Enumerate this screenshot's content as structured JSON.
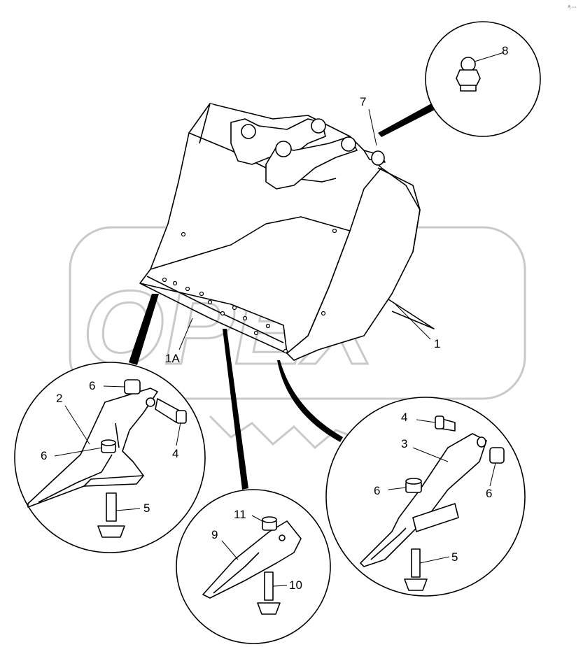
{
  "watermark": "OPEX",
  "corner_mark": "ᵃ᷊ ···",
  "callouts": {
    "c1": "1",
    "c1a": "1A",
    "c2": "2",
    "c3": "3",
    "c4a": "4",
    "c4b": "4",
    "c5a": "5",
    "c5b": "5",
    "c6a": "6",
    "c6b": "6",
    "c6c": "6",
    "c6d": "6",
    "c7": "7",
    "c8": "8",
    "c9": "9",
    "c10": "10",
    "c11": "11"
  }
}
